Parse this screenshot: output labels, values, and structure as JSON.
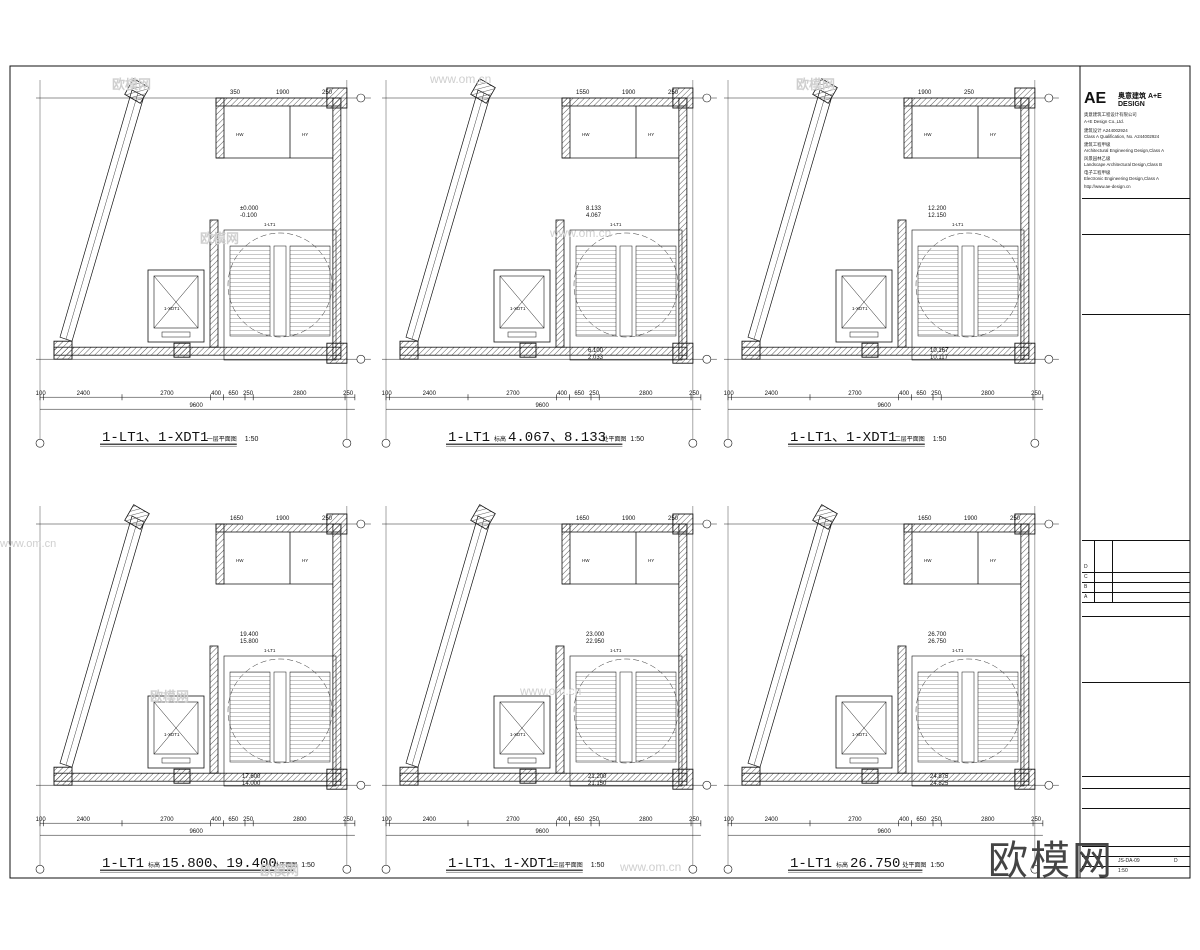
{
  "watermarks": [
    "欧模网",
    "www.om.cn"
  ],
  "brand": "欧模网",
  "plans": [
    {
      "id": "p1",
      "labels": {
        "hw": "HW",
        "hy": "HY",
        "elevator": "1-XDT1",
        "stair": "1-LT1"
      },
      "top_dims": [
        "350",
        "1900",
        "250"
      ],
      "bottom_dims": [
        "100",
        "2400",
        "2700",
        "400",
        "650",
        "250",
        "2800",
        "250"
      ],
      "total": "9600",
      "caption": "1-LT1、1-XDT1",
      "caption_small": "一层平面图",
      "scale": "1:50",
      "levels": [
        "±0.000",
        "-0.100"
      ]
    },
    {
      "id": "p2",
      "labels": {
        "hw": "HW",
        "hy": "HY",
        "elevator": "1-XDT1",
        "stair": "1-LT1"
      },
      "top_dims": [
        "1550",
        "1900",
        "250"
      ],
      "bottom_dims": [
        "100",
        "2400",
        "2700",
        "400",
        "650",
        "250",
        "2800",
        "250"
      ],
      "total": "9600",
      "caption": "1-LT1",
      "caption_small": "标高",
      "caption_tail": "4.067、8.133",
      "caption_end": "处平面图",
      "scale": "1:50",
      "levels": [
        "8.133",
        "4.067",
        "6.100",
        "2.033"
      ]
    },
    {
      "id": "p3",
      "labels": {
        "hw": "HW",
        "hy": "HY",
        "elevator": "1-XDT1",
        "stair": "1-LT1"
      },
      "top_dims": [
        "1900",
        "250"
      ],
      "bottom_dims": [
        "100",
        "2400",
        "2700",
        "400",
        "650",
        "250",
        "2800",
        "250"
      ],
      "total": "9600",
      "caption": "1-LT1、1-XDT1",
      "caption_small": "二层平面图",
      "scale": "1:50",
      "levels": [
        "12.200",
        "12.150",
        "10.167",
        "10.117"
      ]
    },
    {
      "id": "p4",
      "labels": {
        "hw": "HW",
        "hy": "HY",
        "elevator": "1-XDT1",
        "stair": "1-LT1"
      },
      "top_dims": [
        "1650",
        "1900",
        "250"
      ],
      "bottom_dims": [
        "100",
        "2400",
        "2700",
        "400",
        "650",
        "250",
        "2800",
        "250"
      ],
      "total": "9600",
      "caption": "1-LT1",
      "caption_small": "标高",
      "caption_tail": "15.800、19.400",
      "caption_end": "处平面图",
      "scale": "1:50",
      "levels": [
        "19.400",
        "15.800",
        "17.600",
        "14.000"
      ]
    },
    {
      "id": "p5",
      "labels": {
        "hw": "HW",
        "hy": "HY",
        "elevator": "1-XDT1",
        "stair": "1-LT1"
      },
      "top_dims": [
        "1650",
        "1900",
        "250"
      ],
      "bottom_dims": [
        "100",
        "2400",
        "2700",
        "400",
        "650",
        "250",
        "2800",
        "250"
      ],
      "total": "9600",
      "caption": "1-LT1、1-XDT1",
      "caption_small": "三层平面图",
      "scale": "1:50",
      "levels": [
        "23.000",
        "22.950",
        "21.200",
        "21.150"
      ]
    },
    {
      "id": "p6",
      "labels": {
        "hw": "HW",
        "hy": "HY",
        "elevator": "1-XDT1",
        "stair": "1-LT1"
      },
      "top_dims": [
        "1650",
        "1900",
        "250"
      ],
      "bottom_dims": [
        "100",
        "2400",
        "2700",
        "400",
        "650",
        "250",
        "2800",
        "250"
      ],
      "total": "9600",
      "caption": "1-LT1",
      "caption_small": "标高",
      "caption_tail": "26.750",
      "caption_end": "处平面图",
      "scale": "1:50",
      "levels": [
        "26.700",
        "26.750",
        "24.875",
        "24.825"
      ]
    }
  ],
  "titleblock": {
    "logo": "AE",
    "logo_sub": "奥意建筑 A+E DESIGN",
    "lines": [
      "奥意建筑工程设计有限公司",
      "A+E Design Co.,Ltd.",
      "建筑设计 A244002924",
      "Class A Qualification, No. A244002924",
      "建筑工程甲级",
      "Architectural Engineering Design,Class A",
      "风景园林乙级",
      "Landscape Architectural Design,Class B",
      "电子工程甲级",
      "Electronic Engineering Design,Class A",
      "http://www.ae-design.cn"
    ],
    "rev_rows": [
      "D",
      "C",
      "B",
      "A"
    ],
    "sheet_no": "JS-DA-09",
    "scale": "1:50",
    "rev": "D"
  }
}
